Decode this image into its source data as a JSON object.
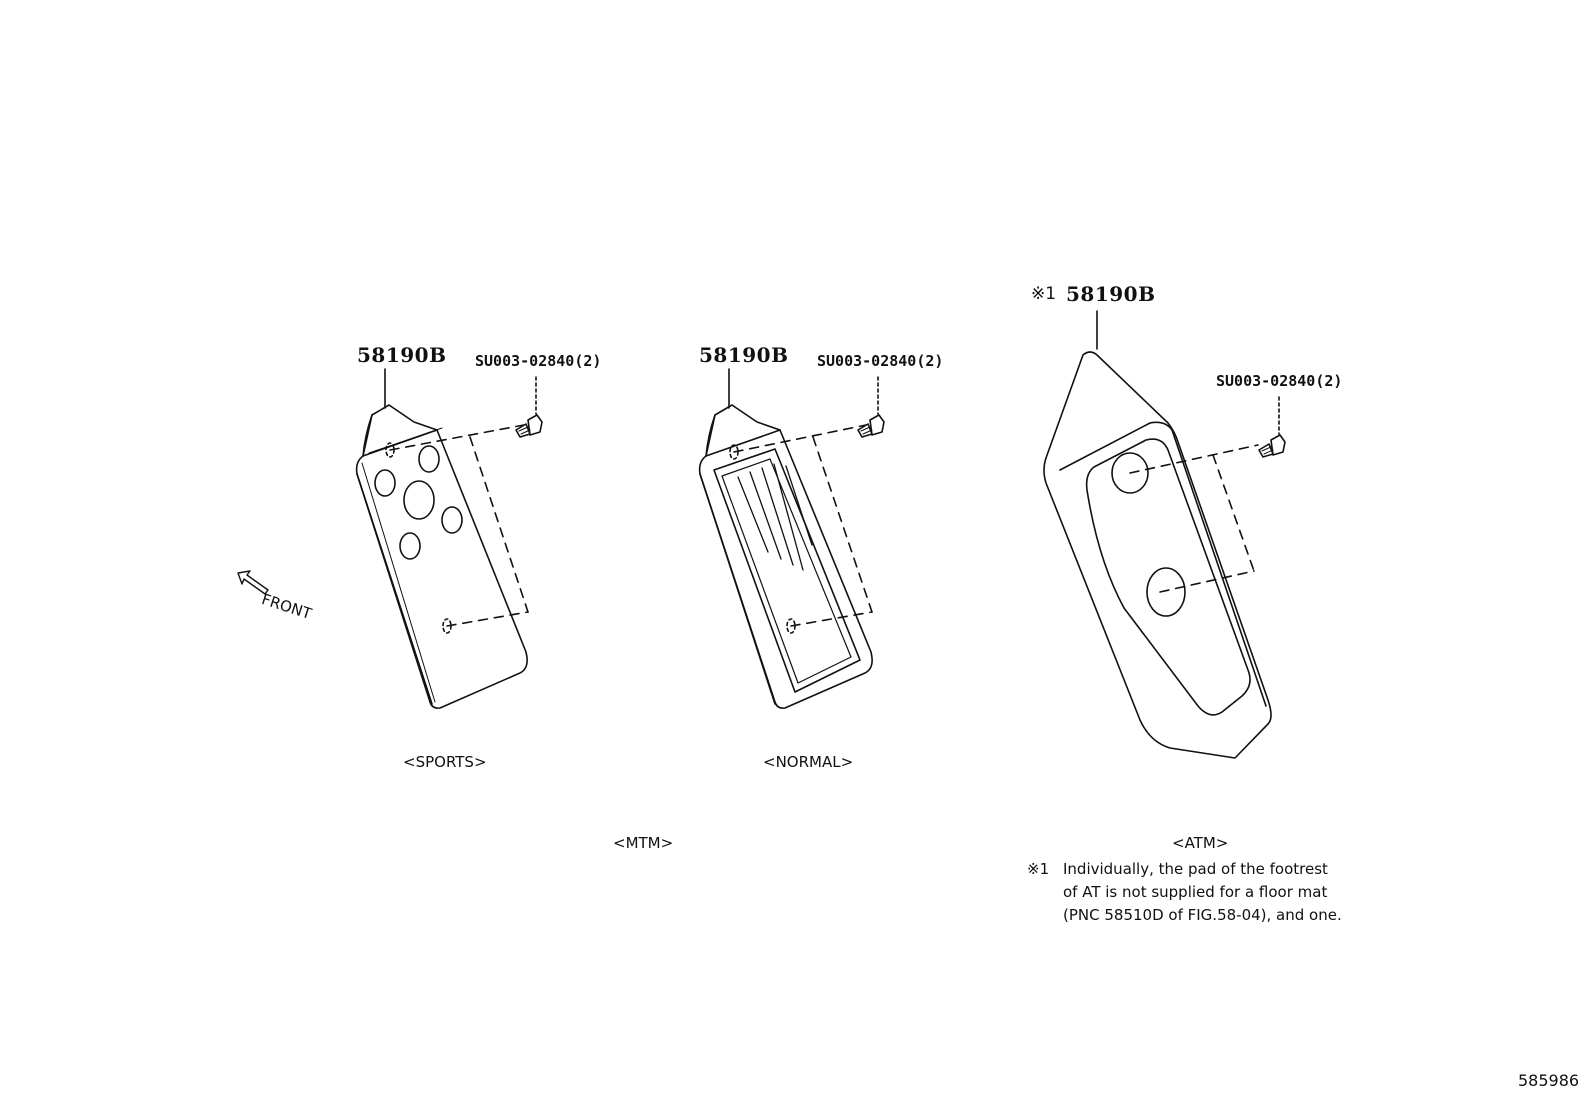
{
  "labels": {
    "sports_part": "58190B",
    "sports_screw": "SU003-02840(2)",
    "normal_part": "58190B",
    "normal_screw": "SU003-02840(2)",
    "atm_mark": "※1",
    "atm_part": "58190B",
    "atm_screw": "SU003-02840(2)",
    "front": "FRONT",
    "sports_caption": "<SPORTS>",
    "normal_caption": "<NORMAL>",
    "mtm_caption": "<MTM>",
    "atm_caption": "<ATM>"
  },
  "note": {
    "mark": "※1",
    "line1": "Individually, the pad of the footrest",
    "line2": "of AT is not supplied for a floor mat",
    "line3": "(PNC 58510D of FIG.58-04), and one."
  },
  "figure_id": "585986"
}
